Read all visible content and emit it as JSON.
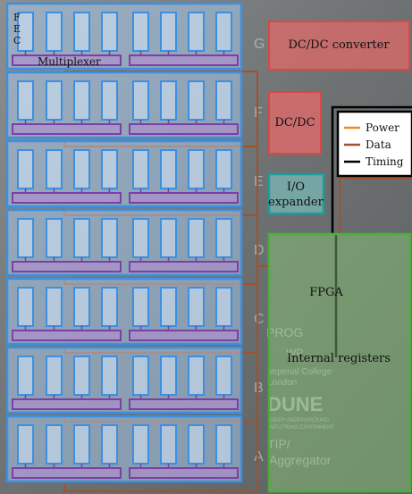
{
  "figure": {
    "multiplexer_label": "Multiplexer",
    "fec_letters": [
      "F",
      "E",
      "C"
    ],
    "dcdc_converter_label": "DC/DC converter",
    "dcdc_label": "DC/DC",
    "io_expander_line1": "I/O",
    "io_expander_line2": "expander",
    "fpga_label": "FPGA",
    "internal_registers_label": "Internal registers",
    "legend": [
      {
        "label": "Power",
        "color": "#f0892a"
      },
      {
        "label": "Data",
        "color": "#a0522d"
      },
      {
        "label": "Timing",
        "color": "#000000"
      }
    ],
    "board_silkscreen": {
      "row_letters": [
        "G",
        "F",
        "E",
        "D",
        "C",
        "B",
        "A"
      ],
      "prog": "PROG",
      "wp": "WP",
      "college_line1": "Imperial College",
      "college_line2": "London",
      "logo": "DUNE",
      "tagline1": "DEEP UNDERGROUND",
      "tagline2": "NEUTRINO EXPERIMENT",
      "tip": "TIP/",
      "aggregator": "Aggregator"
    }
  },
  "colors": {
    "fec_blue": "#3d8fe0",
    "mux_purple": "#7b3fa8",
    "dcdc_red": "#e06a6a",
    "io_teal": "#1a9e9a",
    "fpga_green": "#4caf3a",
    "data_brown": "#a0522d"
  }
}
